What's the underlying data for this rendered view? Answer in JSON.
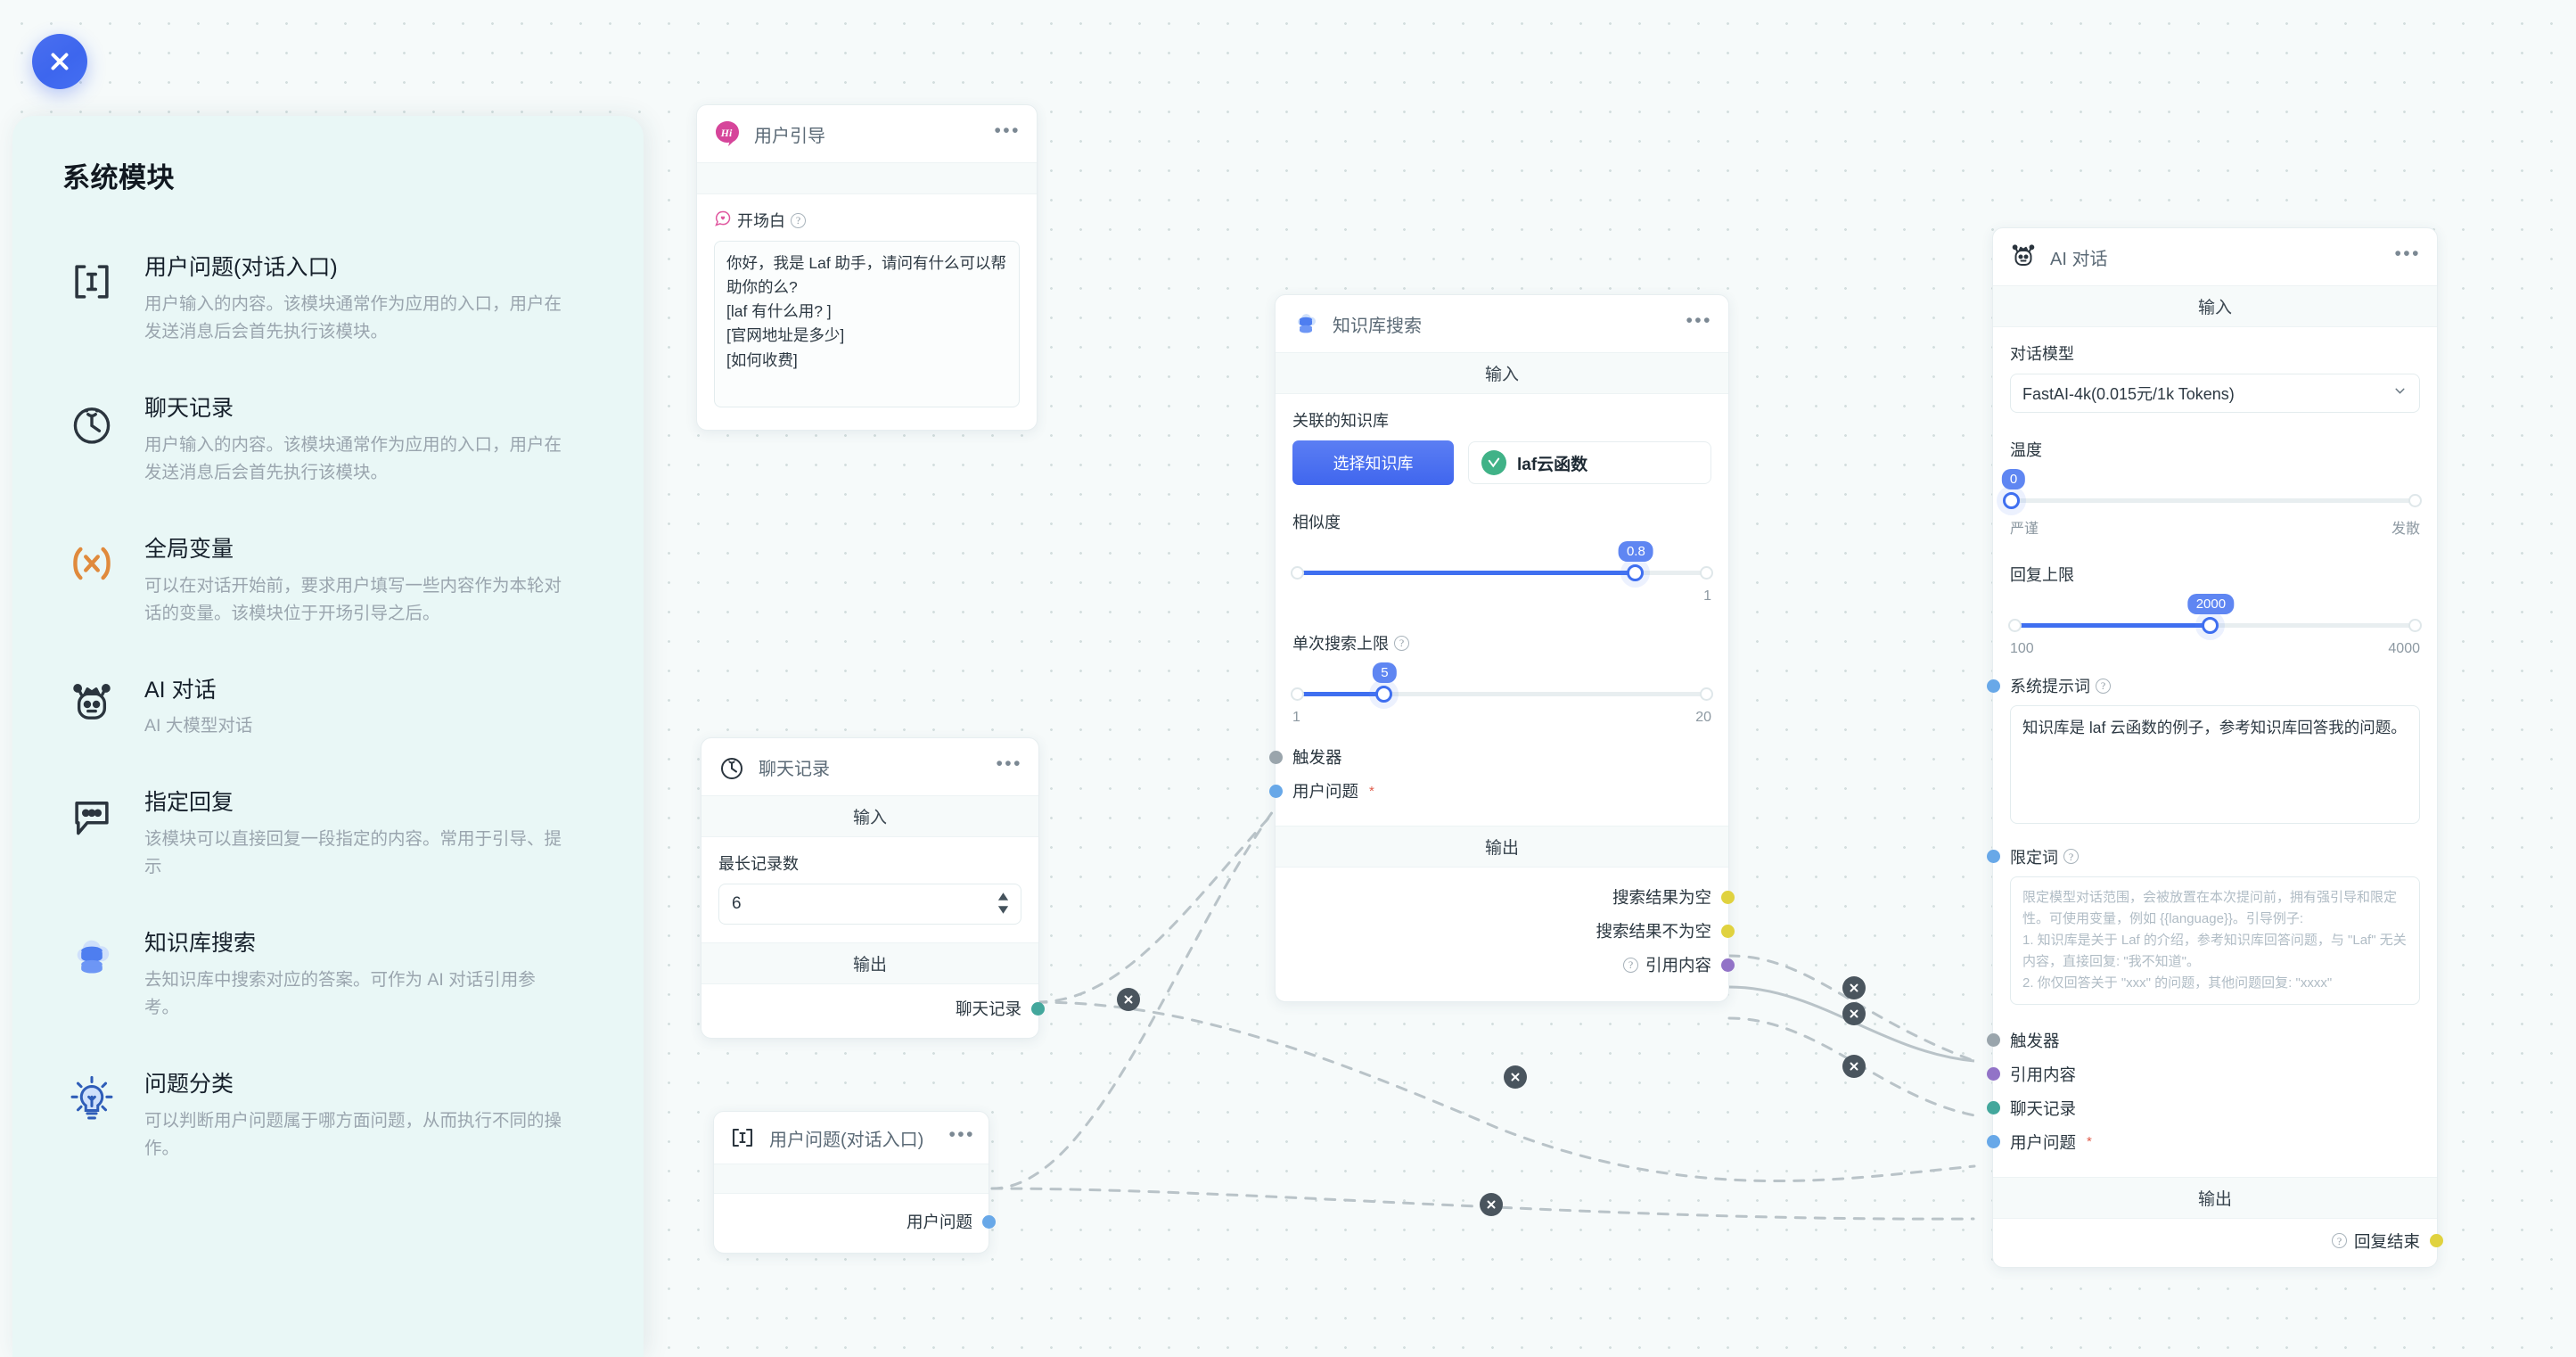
{
  "close_button": {
    "icon": "close-icon"
  },
  "sidebar": {
    "title": "系统模块",
    "items": [
      {
        "icon": "text-cursor-icon",
        "title": "用户问题(对话入口)",
        "desc": "用户输入的内容。该模块通常作为应用的入口，用户在发送消息后会首先执行该模块。"
      },
      {
        "icon": "clock-icon",
        "title": "聊天记录",
        "desc": "用户输入的内容。该模块通常作为应用的入口，用户在发送消息后会首先执行该模块。"
      },
      {
        "icon": "variable-icon",
        "title": "全局变量",
        "desc": "可以在对话开始前，要求用户填写一些内容作为本轮对话的变量。该模块位于开场引导之后。"
      },
      {
        "icon": "robot-icon",
        "title": "AI 对话",
        "desc": "AI 大模型对话"
      },
      {
        "icon": "chat-bubble-icon",
        "title": "指定回复",
        "desc": "该模块可以直接回复一段指定的内容。常用于引导、提示"
      },
      {
        "icon": "database-icon",
        "title": "知识库搜索",
        "desc": "去知识库中搜索对应的答案。可作为 AI 对话引用参考。"
      },
      {
        "icon": "lightbulb-icon",
        "title": "问题分类",
        "desc": "可以判断用户问题属于哪方面问题，从而执行不同的操作。"
      }
    ]
  },
  "nodes": {
    "guide": {
      "title": "用户引导",
      "icon": "hi-badge-icon",
      "field_label": "开场白",
      "textarea_value": "你好，我是 Laf 助手，请问有什么可以帮助你的么?\n[laf 有什么用? ]\n[官网地址是多少]\n[如何收费]"
    },
    "chat_history": {
      "title": "聊天记录",
      "icon": "clock-icon",
      "input_header": "输入",
      "output_header": "输出",
      "field_label": "最长记录数",
      "value": "6",
      "output_label": "聊天记录"
    },
    "user_question": {
      "title": "用户问题(对话入口)",
      "icon": "text-cursor-icon",
      "output_label": "用户问题"
    },
    "kb_search": {
      "title": "知识库搜索",
      "icon": "database-icon",
      "input_header": "输入",
      "output_header": "输出",
      "dataset_label": "关联的知识库",
      "select_dataset_button": "选择知识库",
      "dataset_chip": "laf云函数",
      "similarity_label": "相似度",
      "similarity_value": "0.8",
      "similarity_min": "",
      "similarity_max": "1",
      "limit_label": "单次搜索上限",
      "limit_value": "5",
      "limit_min": "1",
      "limit_max": "20",
      "input_trigger": "触发器",
      "input_question": "用户问题",
      "input_question_required": "*",
      "out_empty": "搜索结果为空",
      "out_not_empty": "搜索结果不为空",
      "out_quote": "引用内容"
    },
    "ai_chat": {
      "title": "AI 对话",
      "icon": "robot-icon",
      "input_header": "输入",
      "output_header": "输出",
      "model_label": "对话模型",
      "model_value": "FastAI-4k(0.015元/1k Tokens)",
      "temperature_label": "温度",
      "temperature_value": "0",
      "temperature_left": "严谨",
      "temperature_right": "发散",
      "maxtokens_label": "回复上限",
      "maxtokens_value": "2000",
      "maxtokens_min": "100",
      "maxtokens_max": "4000",
      "system_prompt_label": "系统提示词",
      "system_prompt_value": "知识库是 laf 云函数的例子，参考知识库回答我的问题。",
      "limit_prompt_label": "限定词",
      "limit_prompt_placeholder": "限定模型对话范围，会被放置在本次提问前，拥有强引导和限定性。可使用变量，例如 {{language}}。引导例子:\n1. 知识库是关于 Laf 的介绍，参考知识库回答问题，与 \"Laf\" 无关内容，直接回复: \"我不知道\"。\n2. 你仅回答关于 \"xxx\" 的问题，其他问题回复: \"xxxx\"",
      "in_trigger": "触发器",
      "in_quote": "引用内容",
      "in_history": "聊天记录",
      "in_question": "用户问题",
      "in_question_required": "*",
      "out_finish": "回复结束"
    }
  },
  "colors": {
    "accent": "#3f6ff0",
    "dot_gray": "#9aa5ac",
    "dot_blue": "#68a8e8",
    "dot_yellow": "#e0d23f",
    "dot_purple": "#9273c7",
    "dot_teal": "#43a79c",
    "orange": "#e08a3c",
    "pink": "#d6459a",
    "green": "#40b287"
  }
}
